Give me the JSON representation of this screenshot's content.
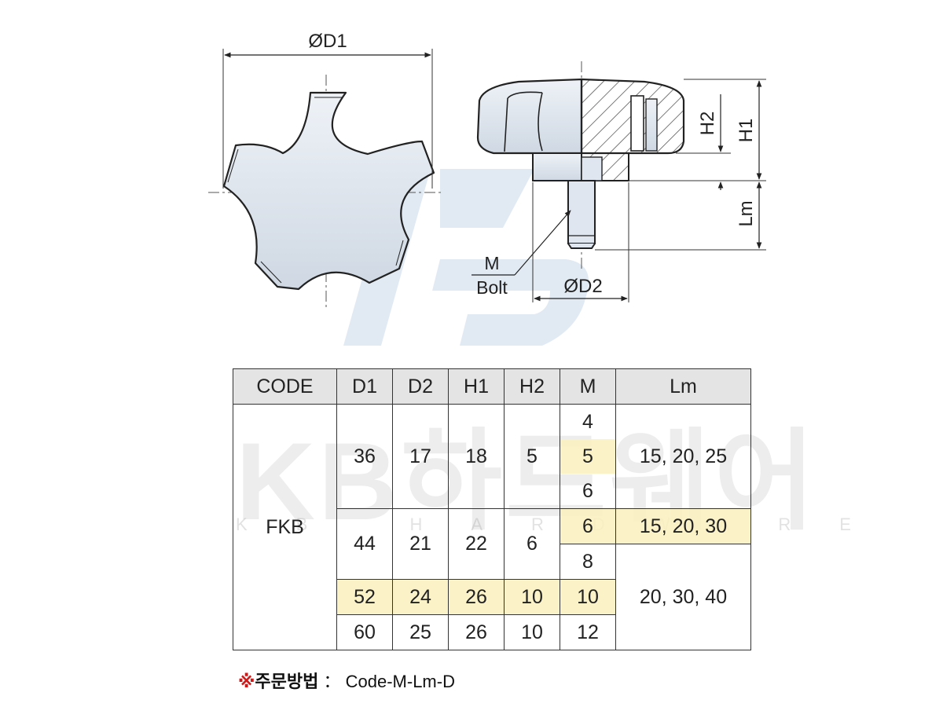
{
  "drawing": {
    "dim_d1": "ØD1",
    "dim_d2": "ØD2",
    "dim_h1": "H1",
    "dim_h2": "H2",
    "dim_lm": "Lm",
    "label_m": "M",
    "label_bolt": "Bolt"
  },
  "watermark": {
    "main": "KB하드웨어",
    "sub": "KB HARDWARE"
  },
  "table": {
    "headers": [
      "CODE",
      "D1",
      "D2",
      "H1",
      "H2",
      "M",
      "Lm"
    ],
    "code": "FKB",
    "groups": [
      {
        "D1": "36",
        "D2": "17",
        "H1": "18",
        "H2": "5",
        "M": [
          "4",
          "5",
          "6"
        ],
        "Lm": "15, 20, 25"
      },
      {
        "D1": "44",
        "D2": "21",
        "H1": "22",
        "H2": "6",
        "M": [
          "6",
          "8"
        ],
        "Lm": "15, 20, 30"
      },
      {
        "D1": "52",
        "D2": "24",
        "H1": "26",
        "H2": "10",
        "M": [
          "10"
        ],
        "Lm": "20, 30, 40"
      },
      {
        "D1": "60",
        "D2": "25",
        "H1": "26",
        "H2": "10",
        "M": [
          "12"
        ]
      }
    ]
  },
  "order": {
    "mark": "※",
    "label": "주문방법",
    "separator": "：",
    "format": "Code-M-Lm-D"
  },
  "colors": {
    "highlight": "#faf0be",
    "header_bg": "#e4e4e4",
    "knob_fill": "#dfe6ef",
    "mark_red": "#d01818"
  }
}
